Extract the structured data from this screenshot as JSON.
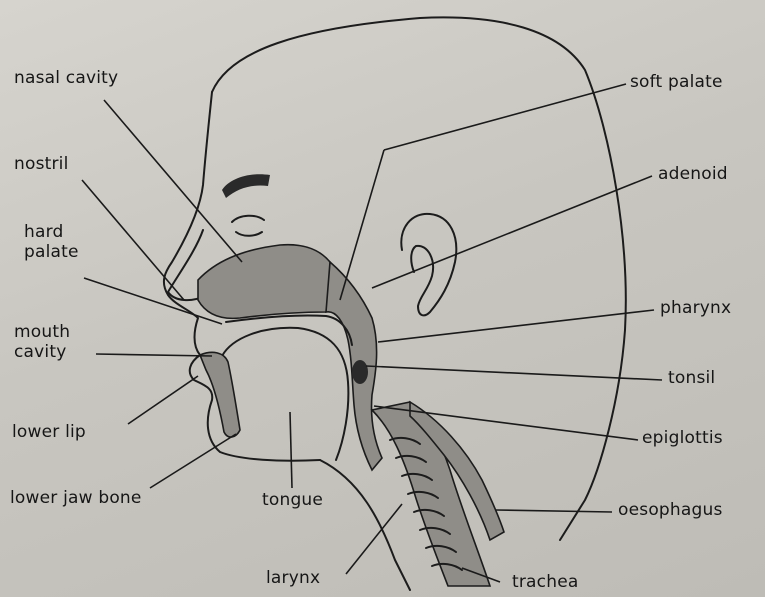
{
  "labels": {
    "nasal_cavity": "nasal cavity",
    "nostril": "nostril",
    "hard_palate": "hard\npalate",
    "mouth_cavity": "mouth\ncavity",
    "lower_lip": "lower lip",
    "lower_jaw_bone": "lower jaw bone",
    "tongue": "tongue",
    "larynx": "larynx",
    "trachea": "trachea",
    "oesophagus": "oesophagus",
    "epiglottis": "epiglottis",
    "tonsil": "tonsil",
    "pharynx": "pharynx",
    "adenoid": "adenoid",
    "soft_palate": "soft palate"
  },
  "colors": {
    "paper": "#c9c7c1",
    "ink": "#1c1c1c",
    "shading": "#8f8d88"
  }
}
